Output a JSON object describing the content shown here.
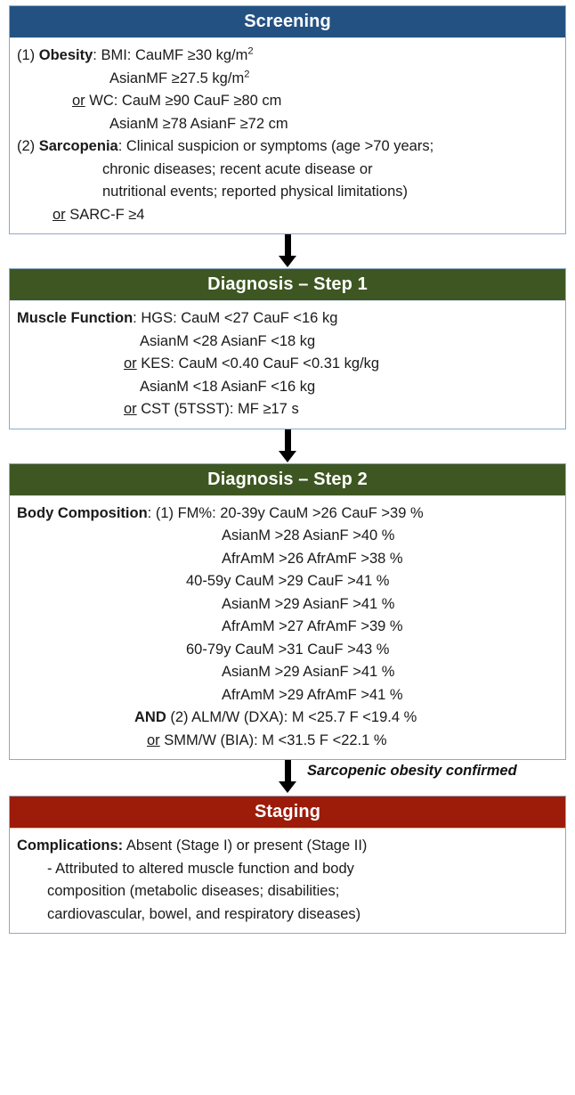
{
  "diagram": {
    "title": "Sarcopenic obesity diagnostic flowchart",
    "colors": {
      "screening_header": "#235182",
      "diagnosis_header": "#3e5722",
      "staging_header": "#9d1b09",
      "box_border": "#8faac8",
      "arrow": "#000000",
      "text": "#1a1a1a"
    }
  },
  "screening": {
    "header": "Screening",
    "lines": [
      {
        "indent": 0,
        "parts": [
          {
            "text": "(1) "
          },
          {
            "text": "Obesity",
            "bold": true
          },
          {
            "text": ": BMI: CauMF ≥30 kg/m"
          },
          {
            "text": "2",
            "sup": true
          }
        ]
      },
      {
        "indent": 1,
        "parts": [
          {
            "text": "AsianMF ≥27.5 kg/m"
          },
          {
            "text": "2",
            "sup": true
          }
        ]
      },
      {
        "indent": 2,
        "parts": [
          {
            "text": "or",
            "underline": true
          },
          {
            "text": " WC: CauM ≥90 CauF ≥80 cm"
          }
        ]
      },
      {
        "indent": 1,
        "parts": [
          {
            "text": "AsianM ≥78 AsianF ≥72 cm"
          }
        ]
      },
      {
        "indent": 0,
        "parts": [
          {
            "text": "(2) "
          },
          {
            "text": "Sarcopenia",
            "bold": true
          },
          {
            "text": ": Clinical suspicion or symptoms (age >70 years;"
          }
        ]
      },
      {
        "indent": 4,
        "parts": [
          {
            "text": "chronic diseases; recent acute disease or"
          }
        ]
      },
      {
        "indent": 4,
        "parts": [
          {
            "text": "nutritional events; reported physical limitations)"
          }
        ]
      },
      {
        "indent": 10,
        "parts": [
          {
            "text": "or",
            "underline": true
          },
          {
            "text": " SARC-F ≥4"
          }
        ]
      }
    ]
  },
  "arrow1": {
    "note": ""
  },
  "step1": {
    "header": "Diagnosis – Step 1",
    "lines": [
      {
        "indent": 0,
        "parts": [
          {
            "text": "Muscle Function",
            "bold": true
          },
          {
            "text": ": HGS: CauM <27 CauF <16 kg"
          }
        ]
      },
      {
        "indent": 3,
        "parts": [
          {
            "text": "AsianM <28 AsianF <18 kg"
          }
        ]
      },
      {
        "indent": 5,
        "parts": [
          {
            "text": "or",
            "underline": true
          },
          {
            "text": " KES: CauM <0.40 CauF <0.31 kg/kg"
          }
        ]
      },
      {
        "indent": 3,
        "parts": [
          {
            "text": "AsianM <18 AsianF <16 kg"
          }
        ]
      },
      {
        "indent": 5,
        "parts": [
          {
            "text": "or",
            "underline": true
          },
          {
            "text": " CST (5TSST): MF ≥17 s"
          }
        ]
      }
    ]
  },
  "arrow2": {
    "note": ""
  },
  "step2": {
    "header": "Diagnosis – Step 2",
    "lines": [
      {
        "indent": 0,
        "parts": [
          {
            "text": "Body Composition",
            "bold": true
          },
          {
            "text": ": (1) FM%: 20-39y CauM >26 CauF >39 %"
          }
        ]
      },
      {
        "indent": 6,
        "parts": [
          {
            "text": "AsianM >28 AsianF >40 %"
          }
        ]
      },
      {
        "indent": 6,
        "parts": [
          {
            "text": "AfrAmM >26 AfrAmF >38 %"
          }
        ]
      },
      {
        "indent": 7,
        "parts": [
          {
            "text": "40-59y CauM >29 CauF >41 %"
          }
        ]
      },
      {
        "indent": 6,
        "parts": [
          {
            "text": "AsianM >29 AsianF >41 %"
          }
        ]
      },
      {
        "indent": 6,
        "parts": [
          {
            "text": "AfrAmM >27 AfrAmF >39 %"
          }
        ]
      },
      {
        "indent": 7,
        "parts": [
          {
            "text": "60-79y CauM >31 CauF >43 %"
          }
        ]
      },
      {
        "indent": 6,
        "parts": [
          {
            "text": "AsianM >29 AsianF >41 %"
          }
        ]
      },
      {
        "indent": 6,
        "parts": [
          {
            "text": "AfrAmM >29 AfrAmF >41 %"
          }
        ]
      },
      {
        "indent": 8,
        "parts": [
          {
            "text": "AND",
            "bold": true
          },
          {
            "text": " (2) ALM/W (DXA): M <25.7 F <19.4 %"
          }
        ]
      },
      {
        "indent": 9,
        "parts": [
          {
            "text": "or",
            "underline": true
          },
          {
            "text": " SMM/W (BIA): M <31.5 F <22.1 %"
          }
        ]
      }
    ]
  },
  "arrow3": {
    "note": "Sarcopenic obesity confirmed"
  },
  "staging": {
    "header": "Staging",
    "lines": [
      {
        "indent": 0,
        "parts": [
          {
            "text": "Complications:",
            "bold": true
          },
          {
            "text": " Absent (Stage I) or present (Stage II)"
          }
        ]
      },
      {
        "indent": 11,
        "parts": [
          {
            "text": "- Attributed to altered muscle function and body"
          }
        ]
      },
      {
        "indent": 11,
        "parts": [
          {
            "text": "composition (metabolic diseases; disabilities;"
          }
        ]
      },
      {
        "indent": 11,
        "parts": [
          {
            "text": "cardiovascular, bowel, and respiratory diseases)"
          }
        ]
      }
    ]
  }
}
